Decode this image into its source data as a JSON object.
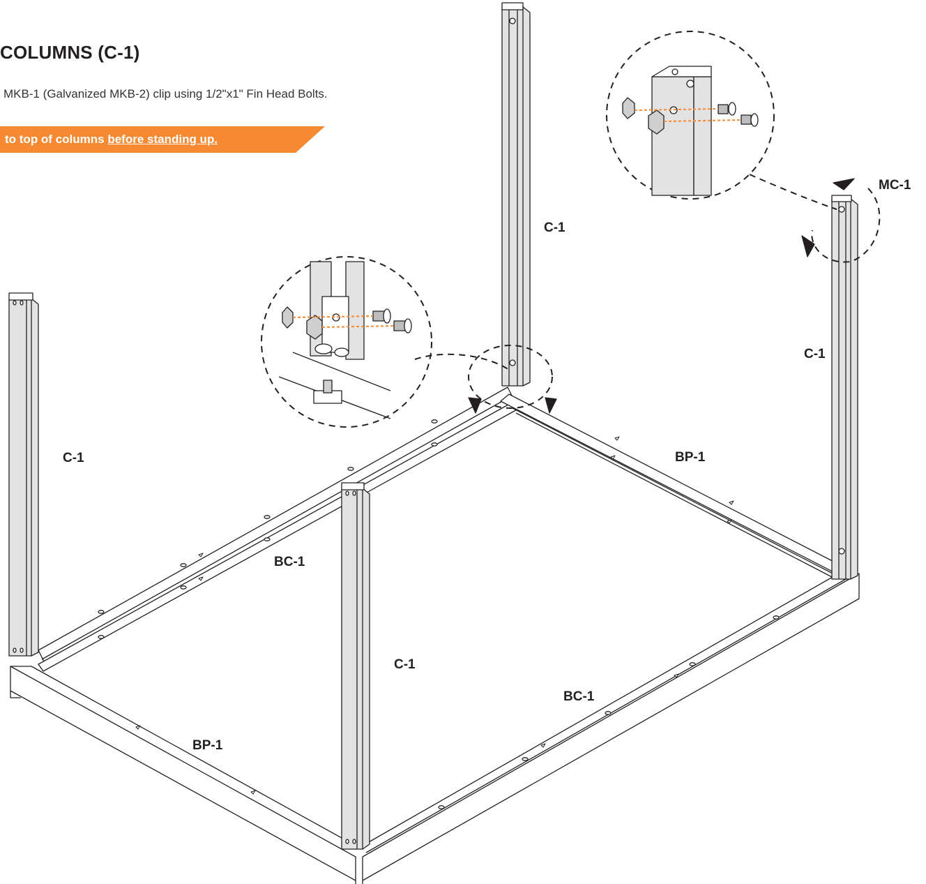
{
  "instructions": {
    "heading": "COLUMNS (C-1)",
    "description": "MKB-1 (Galvanized MKB-2) clip using 1/2\"x1\" Fin Head Bolts.",
    "banner_text": "to top of columns ",
    "banner_emphasis": "before standing up."
  },
  "labels": {
    "column_top_center": "C-1",
    "column_right": "C-1",
    "column_left": "C-1",
    "column_front": "C-1",
    "mc_label": "MC-1",
    "bp_right": "BP-1",
    "bp_front": "BP-1",
    "bc_left": "BC-1",
    "bc_front": "BC-1"
  },
  "colors": {
    "accent_orange": "#f58a33",
    "line": "#231f20",
    "column_fill": "#e3e3e3"
  }
}
